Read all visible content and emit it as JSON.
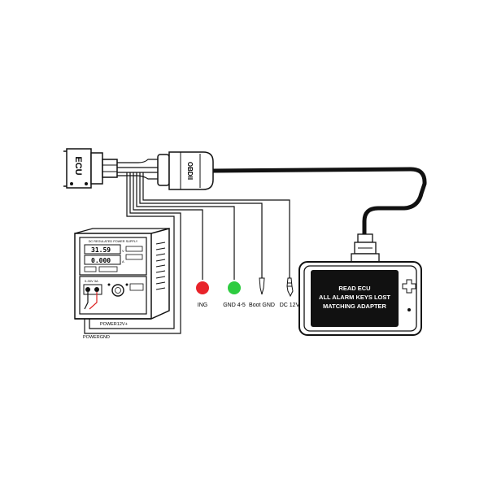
{
  "ecu": {
    "label": "ECU"
  },
  "obd_connector": {
    "label": "OBDII"
  },
  "power_supply": {
    "header": "DC REGULATED POWER SUPPLY",
    "voltage_display": "31.59",
    "voltage_unit": "V",
    "current_display": "0.000",
    "current_unit": "A",
    "range_label": "0-30V 3A",
    "wire_label_positive": "POWER12V+",
    "wire_label_negative": "POWERGND"
  },
  "indicators": [
    {
      "label": "ING",
      "color": "#e8232a",
      "icon": "red-dot"
    },
    {
      "label": "GND 4-5",
      "color": "#2ecc40",
      "icon": "green-dot"
    },
    {
      "label": "Boot GND",
      "icon": "alligator-clip"
    },
    {
      "label": "DC 12V",
      "icon": "dc-barrel-plug"
    }
  ],
  "device": {
    "screen_lines": [
      "READ ECU",
      "ALL ALARM KEYS LOST",
      "MATCHING ADAPTER"
    ]
  }
}
